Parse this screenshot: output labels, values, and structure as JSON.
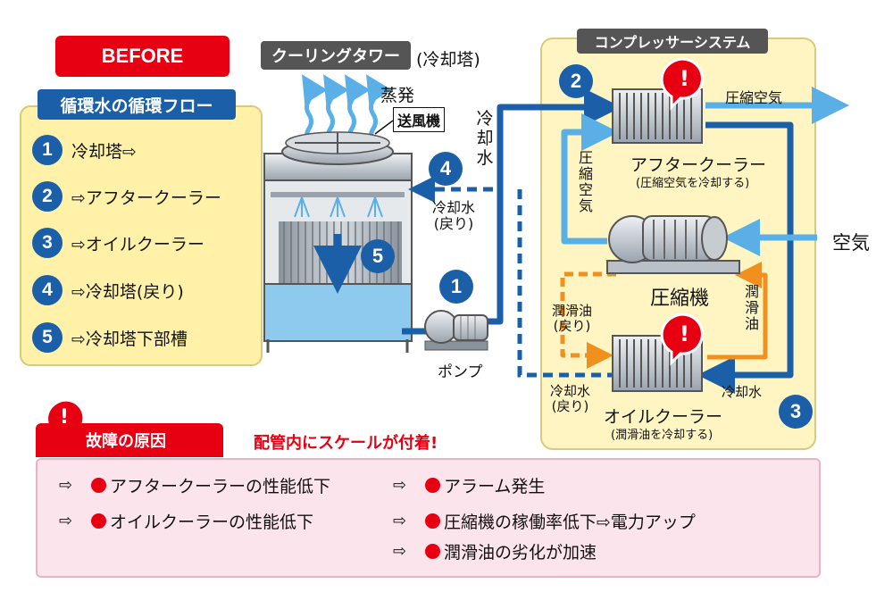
{
  "before_label": "BEFORE",
  "flow": {
    "title": "循環水の循環フロー",
    "steps": [
      {
        "num": "1",
        "text": "冷却塔⇨"
      },
      {
        "num": "2",
        "text": "⇨アフタークーラー"
      },
      {
        "num": "3",
        "text": "⇨オイルクーラー"
      },
      {
        "num": "4",
        "text": "⇨冷却塔(戻り)"
      },
      {
        "num": "5",
        "text": "⇨冷却塔下部槽"
      }
    ]
  },
  "tower": {
    "title": "クーリングタワー",
    "subtitle": "(冷却塔)",
    "evaporation": "蒸発",
    "fan": "送風機",
    "pump": "ポンプ",
    "cooling_water_label": [
      "冷",
      "却",
      "水"
    ],
    "return_label": [
      "冷却水",
      "(戻り)"
    ],
    "num1": "1",
    "num4": "4",
    "num5": "5"
  },
  "compressor_system": {
    "title": "コンプレッサーシステム",
    "num2": "2",
    "num3": "3",
    "compressed_air": "圧縮空気",
    "compressed_air_vertical": [
      "圧",
      "縮",
      "空",
      "気"
    ],
    "after_cooler": "アフタークーラー",
    "after_cooler_sub": "(圧縮空気を冷却する)",
    "air": "空気",
    "compressor": "圧縮機",
    "lube_return": [
      "潤滑油",
      "(戻り)"
    ],
    "lube_vertical": [
      "潤",
      "滑",
      "油"
    ],
    "oil_cooler": "オイルクーラー",
    "oil_cooler_sub": "(潤滑油を冷却する)",
    "cooling_water": "冷却水",
    "cooling_water_return": [
      "冷却水",
      "(戻り)"
    ],
    "alert": "!"
  },
  "fault": {
    "title": "故障の原因",
    "headline": "配管内にスケールが付着!",
    "arrow": "⇨",
    "items_left": [
      "アフタークーラーの性能低下",
      "オイルクーラーの性能低下"
    ],
    "items_right": [
      "アラーム発生",
      "圧縮機の稼働率低下⇨電力アップ",
      "潤滑油の劣化が加速"
    ]
  },
  "colors": {
    "red": "#e60012",
    "blue": "#1a5fa8",
    "light_blue": "#5aafe6",
    "orange": "#f0901e",
    "yellow_bg": "#fff2a8",
    "pink_bg": "#fce4ec"
  }
}
